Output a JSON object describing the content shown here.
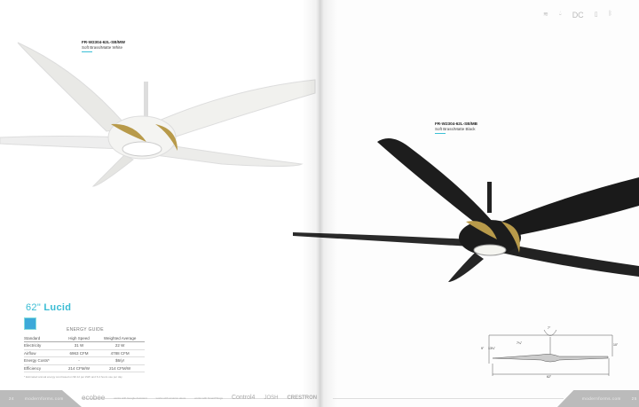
{
  "left_page": {
    "fan_label": {
      "model": "FR-W2304-62L-SB/MW",
      "finish": "Soft Brass/Matte White"
    },
    "title": {
      "size": "62\"",
      "name": "Lucid"
    },
    "energy_star": "energy-star-logo",
    "energy_guide": {
      "heading": "ENERGY GUIDE",
      "columns": [
        "Standard",
        "High Speed",
        "Weighted Average"
      ],
      "rows": [
        [
          "Electricity",
          "31 W",
          "22 W"
        ],
        [
          "Airflow",
          "6963 CFM",
          "4788 CFM"
        ],
        [
          "Energy Costs*",
          "-",
          "$6/yr"
        ],
        [
          "Efficiency",
          "214 CFM/W",
          "214 CFM/W"
        ]
      ],
      "footnote": "* Estimated annual energy cost based on $0.12 per kWh and 6.4 hours use per day"
    },
    "footer": {
      "page": "24",
      "site": "modernforms.com"
    },
    "partners": [
      "ecobee",
      "works with Google Assistant",
      "works with amazon alexa",
      "works with SmartThings",
      "Control4",
      "JOSH",
      "CRESTRON"
    ]
  },
  "right_page": {
    "feature_icons": [
      "wifi-icon",
      "wet-icon",
      "dc-motor-icon",
      "remote-icon",
      "bluetooth-icon"
    ],
    "feature_labels": {
      "dc": "DC"
    },
    "fan_label": {
      "model": "FR-W2304-62L-SB/MB",
      "finish": "Soft Brass/Matte Black"
    },
    "dimensions": {
      "canopy": "7\"",
      "downrod": "7¼\"",
      "height": "9\"",
      "height2": "13¾\"",
      "blade_drop": "10\"",
      "span": "62\""
    },
    "footer": {
      "page": "25",
      "site": "modernforms.com"
    }
  },
  "colors": {
    "accent": "#39bcd4",
    "brass": "#b89a4a"
  }
}
